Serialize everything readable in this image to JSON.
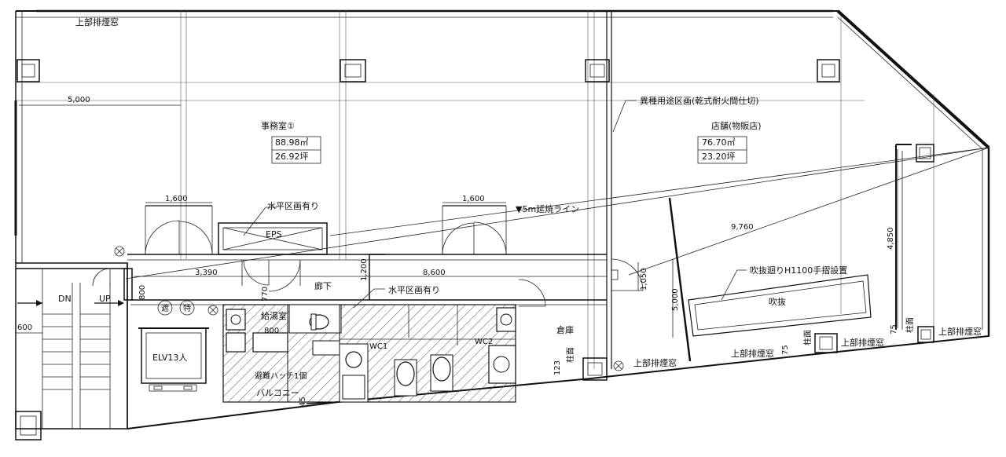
{
  "labels": {
    "upper_smoke_top": "上部排煙窓",
    "office_name": "事務室①",
    "office_area_m2": "88.98㎡",
    "office_area_tsubo": "26.92坪",
    "shop_name": "店舗(物販店)",
    "shop_area_m2": "76.70㎡",
    "shop_area_tsubo": "23.20坪",
    "partition_note": "異種用途区画(乾式耐火間仕切)",
    "horizontal_div_1": "水平区画有り",
    "horizontal_div_2": "水平区画有り",
    "fire_spread_line": "▼5m延焼ライン",
    "eps": "EPS",
    "corridor": "廊下",
    "kitchenette": "給湯室",
    "wc1": "WC1",
    "wc2": "WC2",
    "storage": "倉庫",
    "elevator": "ELV13人",
    "stair_dn": "DN",
    "stair_up": "UP",
    "sign_1": "遮",
    "sign_2": "特",
    "void": "吹抜",
    "void_railing": "吹抜廻りH1100手摺設置",
    "upper_smoke_1": "上部排煙窓",
    "upper_smoke_2": "上部排煙窓",
    "upper_smoke_3": "上部排煙窓",
    "upper_smoke_4": "上部排煙窓",
    "balcony": "バルコニー",
    "hatch": "避難ハッチ1個",
    "column_face_1": "柱面",
    "column_face_2": "柱面",
    "column_face_3": "柱面"
  },
  "dimensions": {
    "d5000_top": "5,000",
    "d1600_left": "1,600",
    "d1600_right": "1,600",
    "d3390": "3,390",
    "d8600": "8,600",
    "d1200": "1,200",
    "d770": "770",
    "d800_stair": "800",
    "d800_kitchen": "800",
    "d1050": "1,050",
    "d5000_mid": "5,000",
    "d9760": "9,760",
    "d4850": "4,850",
    "d600": "600",
    "d123": "123",
    "d75_a": "75",
    "d75_b": "75",
    "d45": "45"
  },
  "colors": {
    "line": "#111111",
    "hatch": "#555555",
    "background": "#ffffff"
  }
}
